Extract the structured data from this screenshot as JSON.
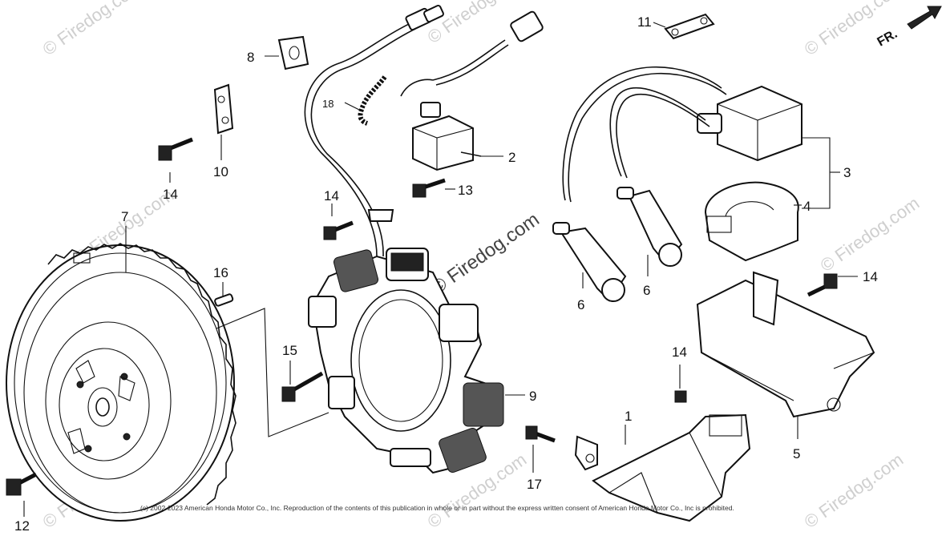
{
  "callouts": [
    {
      "id": "c1",
      "text": "1"
    },
    {
      "id": "c2",
      "text": "2"
    },
    {
      "id": "c3",
      "text": "3"
    },
    {
      "id": "c4",
      "text": "4"
    },
    {
      "id": "c5",
      "text": "5"
    },
    {
      "id": "c6a",
      "text": "6"
    },
    {
      "id": "c6b",
      "text": "6"
    },
    {
      "id": "c7",
      "text": "7"
    },
    {
      "id": "c8",
      "text": "8"
    },
    {
      "id": "c9",
      "text": "9"
    },
    {
      "id": "c10",
      "text": "10"
    },
    {
      "id": "c11",
      "text": "11"
    },
    {
      "id": "c12",
      "text": "12"
    },
    {
      "id": "c13",
      "text": "13"
    },
    {
      "id": "c14a",
      "text": "14"
    },
    {
      "id": "c14b",
      "text": "14"
    },
    {
      "id": "c14c",
      "text": "14"
    },
    {
      "id": "c14d",
      "text": "14"
    },
    {
      "id": "c15",
      "text": "15"
    },
    {
      "id": "c16",
      "text": "16"
    },
    {
      "id": "c17",
      "text": "17"
    },
    {
      "id": "c18",
      "text": "18"
    }
  ],
  "direction": {
    "label": "FR."
  },
  "watermark": {
    "text": "© Firedog.com",
    "center_text": "© Firedog.com"
  },
  "copyright": "(c) 2002-2023 American Honda Motor Co., Inc. Reproduction of the contents of this publication in whole or in part without the express written consent of American Honda Motor Co., Inc is prohibited."
}
